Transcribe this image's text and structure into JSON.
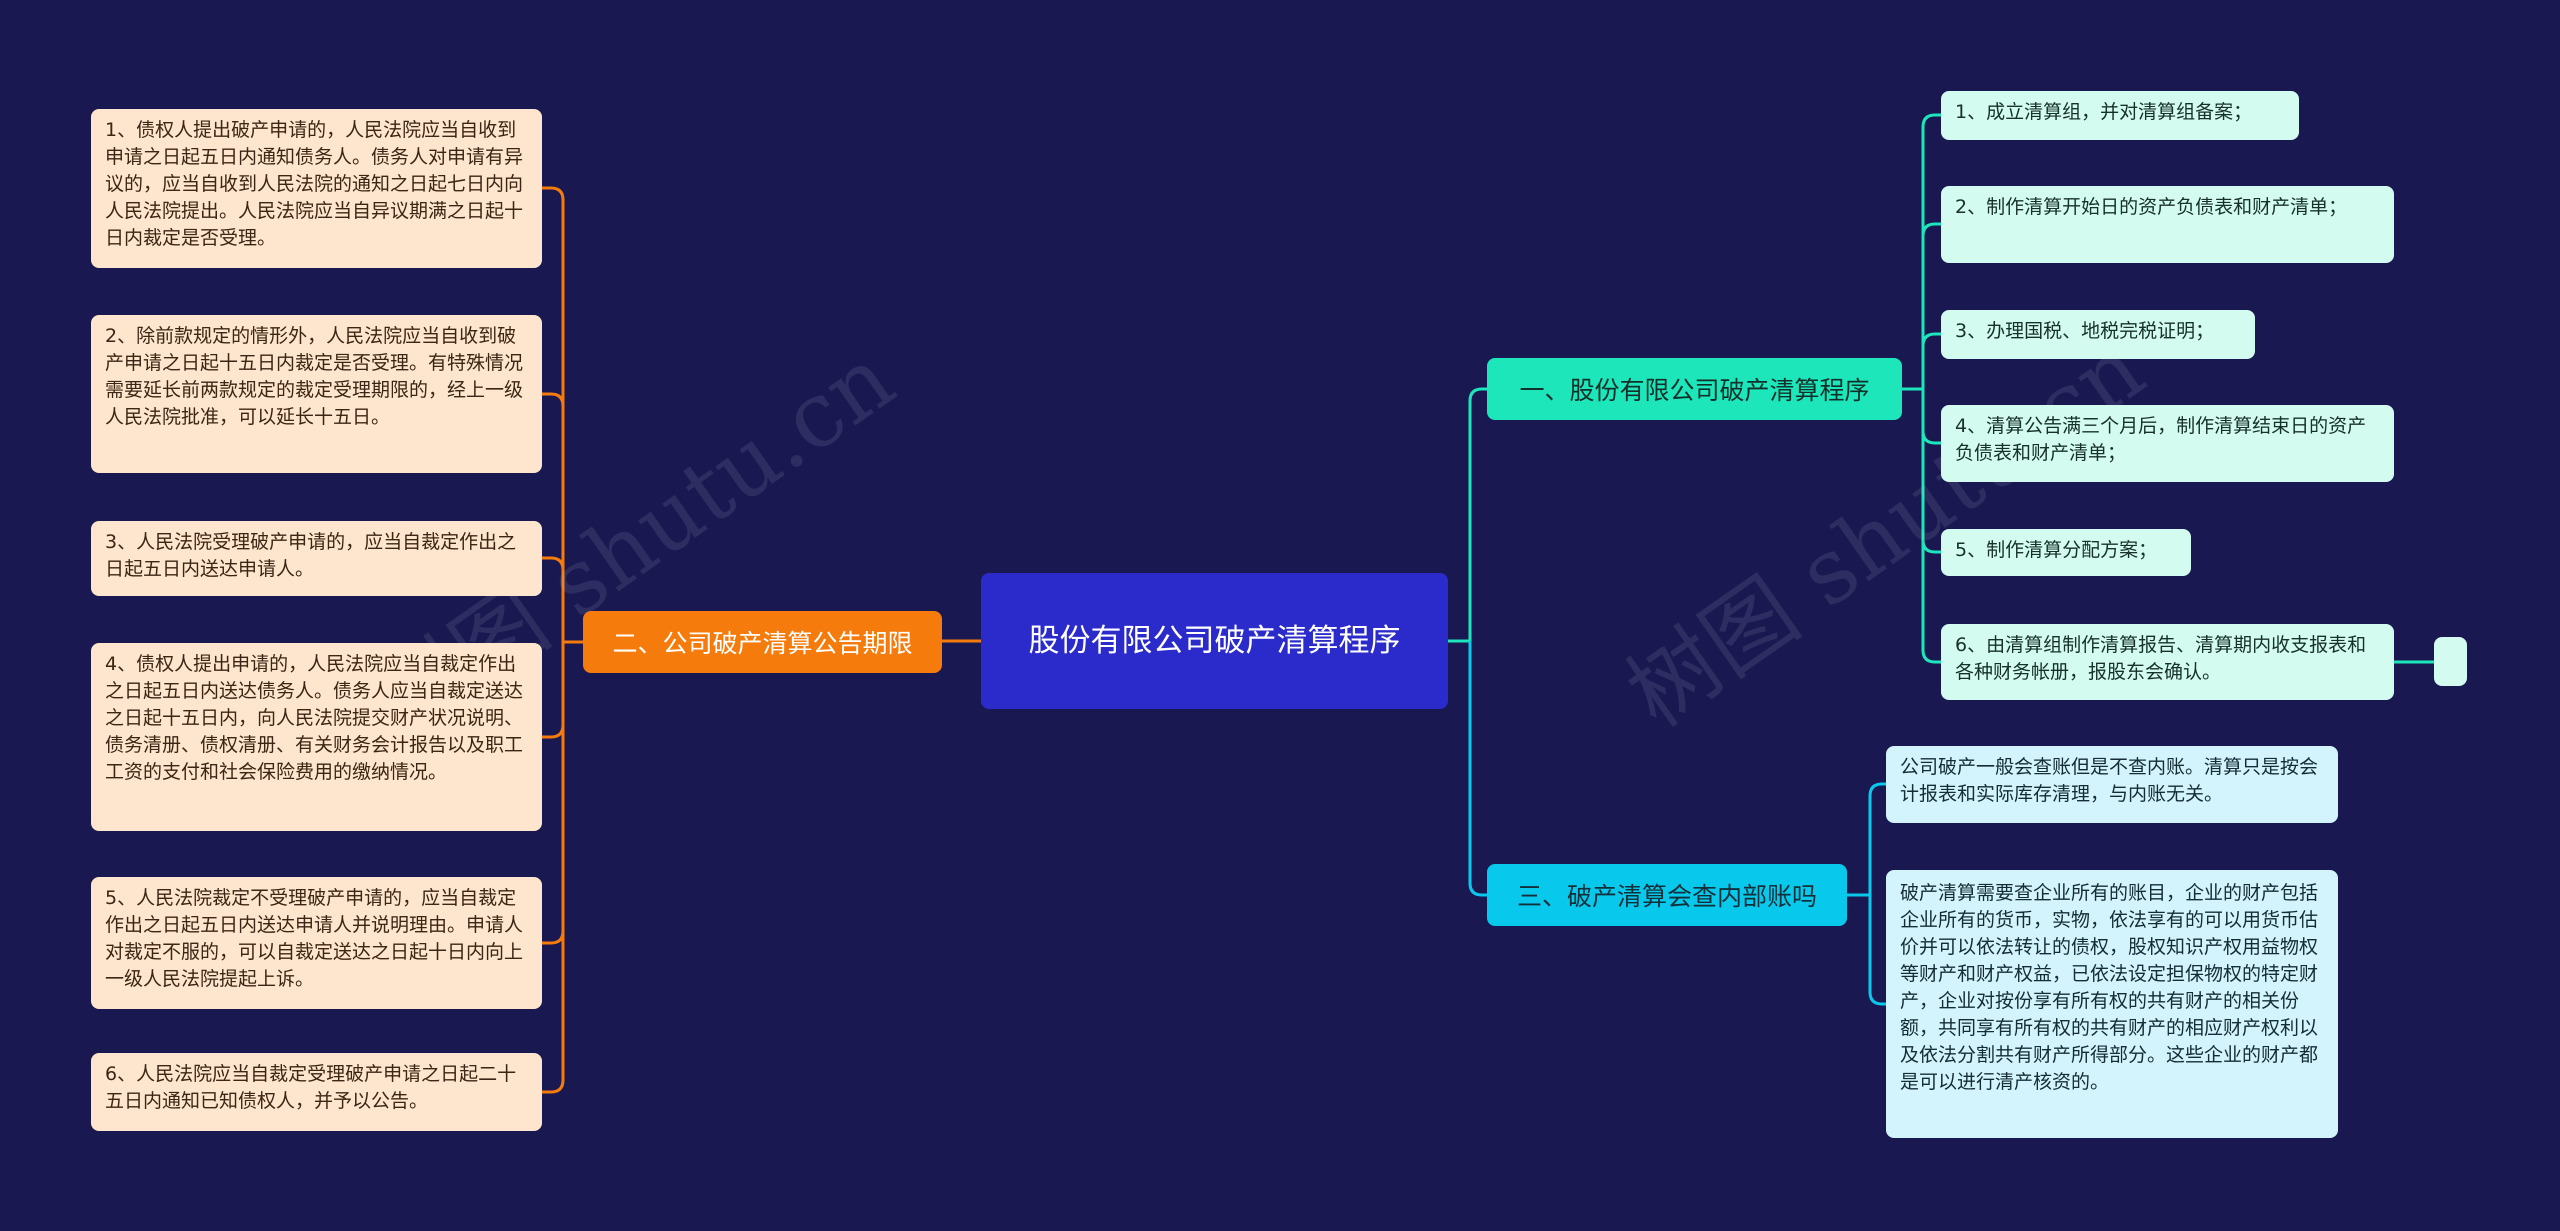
{
  "center": {
    "title": "股份有限公司破产清算程序"
  },
  "colors": {
    "background": "#1a1851",
    "center": "#2b2bcc",
    "branch_left": "#f57c0c",
    "branch_right_1": "#1de6bb",
    "branch_right_3": "#08c9ec"
  },
  "left_branch": {
    "title": "二、公司破产清算公告期限",
    "items": [
      "1、债权人提出破产申请的，人民法院应当自收到申请之日起五日内通知债务人。债务人对申请有异议的，应当自收到人民法院的通知之日起七日内向人民法院提出。人民法院应当自异议期满之日起十日内裁定是否受理。",
      "2、除前款规定的情形外，人民法院应当自收到破产申请之日起十五日内裁定是否受理。有特殊情况需要延长前两款规定的裁定受理期限的，经上一级人民法院批准，可以延长十五日。",
      "3、人民法院受理破产申请的，应当自裁定作出之日起五日内送达申请人。",
      "4、债权人提出申请的，人民法院应当自裁定作出之日起五日内送达债务人。债务人应当自裁定送达之日起十五日内，向人民法院提交财产状况说明、债务清册、债权清册、有关财务会计报告以及职工工资的支付和社会保险费用的缴纳情况。",
      "5、人民法院裁定不受理破产申请的，应当自裁定作出之日起五日内送达申请人并说明理由。申请人对裁定不服的，可以自裁定送达之日起十日内向上一级人民法院提起上诉。",
      "6、人民法院应当自裁定受理破产申请之日起二十五日内通知已知债权人，并予以公告。"
    ]
  },
  "right_branch_1": {
    "title": "一、股份有限公司破产清算程序",
    "items": [
      "1、成立清算组，并对清算组备案；",
      "2、制作清算开始日的资产负债表和财产清单；",
      "3、办理国税、地税完税证明；",
      "4、清算公告满三个月后，制作清算结束日的资产负债表和财产清单；",
      "5、制作清算分配方案；",
      "6、由清算组制作清算报告、清算期内收支报表和各种财务帐册，报股东会确认。"
    ]
  },
  "right_branch_3": {
    "title": "三、破产清算会查内部账吗",
    "items": [
      "公司破产一般会查账但是不查内账。清算只是按会计报表和实际库存清理，与内账无关。",
      "破产清算需要查企业所有的账目，企业的财产包括企业所有的货币，实物，依法享有的可以用货币估价并可以依法转让的债权，股权知识产权用益物权等财产和财产权益，已依法设定担保物权的特定财产，企业对按份享有所有权的共有财产的相关份额，共同享有所有权的共有财产的相应财产权利以及依法分割共有财产所得部分。这些企业的财产都是可以进行清产核资的。"
    ]
  },
  "watermark": "树图 shutu.cn"
}
